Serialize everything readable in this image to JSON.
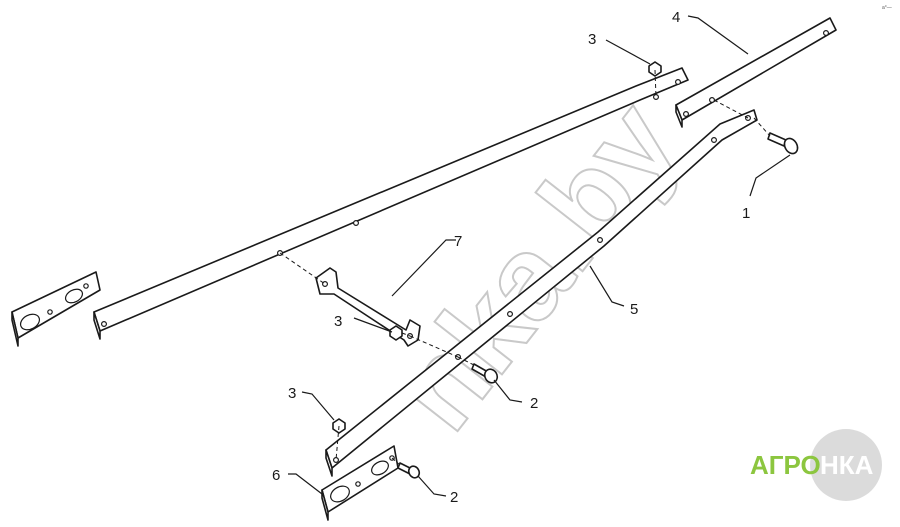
{
  "diagram": {
    "callouts": [
      {
        "id": "c1",
        "label": "1"
      },
      {
        "id": "c2a",
        "label": "2"
      },
      {
        "id": "c2b",
        "label": "2"
      },
      {
        "id": "c3a",
        "label": "3"
      },
      {
        "id": "c3b",
        "label": "3"
      },
      {
        "id": "c3c",
        "label": "3"
      },
      {
        "id": "c4",
        "label": "4"
      },
      {
        "id": "c5",
        "label": "5"
      },
      {
        "id": "c6",
        "label": "6"
      },
      {
        "id": "c7",
        "label": "7"
      }
    ],
    "corner_mark": "a°—"
  },
  "watermark": {
    "text": "nka.by"
  },
  "logo": {
    "left": "АГРО",
    "right": "НКА",
    "color_green": "#8cc63f",
    "color_gray": "#bdbdbd"
  }
}
